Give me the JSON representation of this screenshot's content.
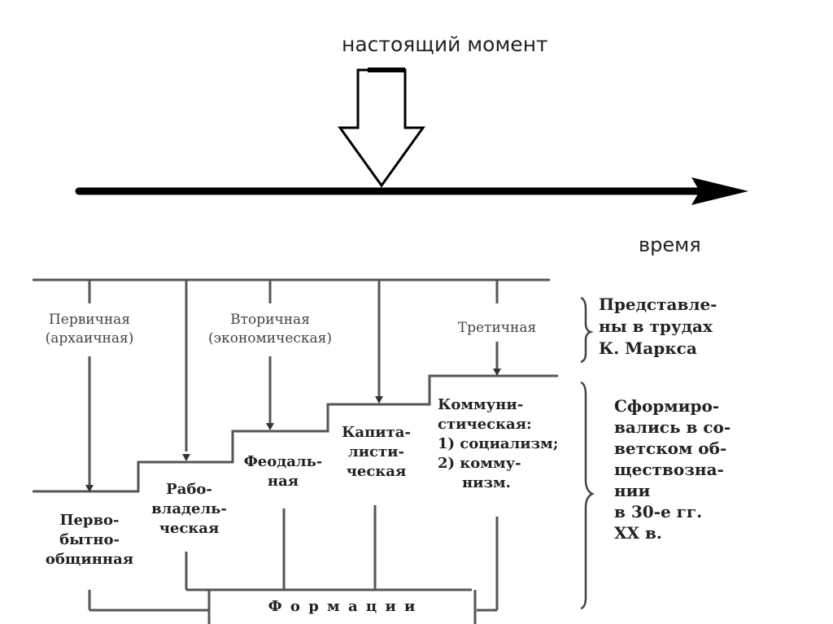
{
  "timeline": {
    "present_label": "настоящий момент",
    "axis_label": "время"
  },
  "stages": {
    "primary": [
      "Первичная",
      "(архаичная)"
    ],
    "secondary": [
      "Вторичная",
      "(экономическая)"
    ],
    "tertiary": "Третичная"
  },
  "formations": {
    "primitive": [
      "Перво-",
      "бытно-",
      "общинная"
    ],
    "slave": [
      "Рабо-",
      "владель-",
      "ческая"
    ],
    "feudal": [
      "Феодаль-",
      "ная"
    ],
    "capitalist": [
      "Капита-",
      "листи-",
      "ческая"
    ],
    "communist": [
      "Коммуни-",
      "стическая:",
      "1) социализм;",
      "2) комму-",
      "низм."
    ],
    "base_label": "Ф о р м а ц и и"
  },
  "notes": {
    "marx": [
      "Представле-",
      "ны в трудах",
      "К. Маркса"
    ],
    "soviet": [
      "Сформиро-",
      "вались в со-",
      "ветском об-",
      "ществозна-",
      "нии",
      "в 30-е гг.",
      "XX в."
    ]
  },
  "colors": {
    "line": "#555555",
    "axis": "#000000"
  }
}
